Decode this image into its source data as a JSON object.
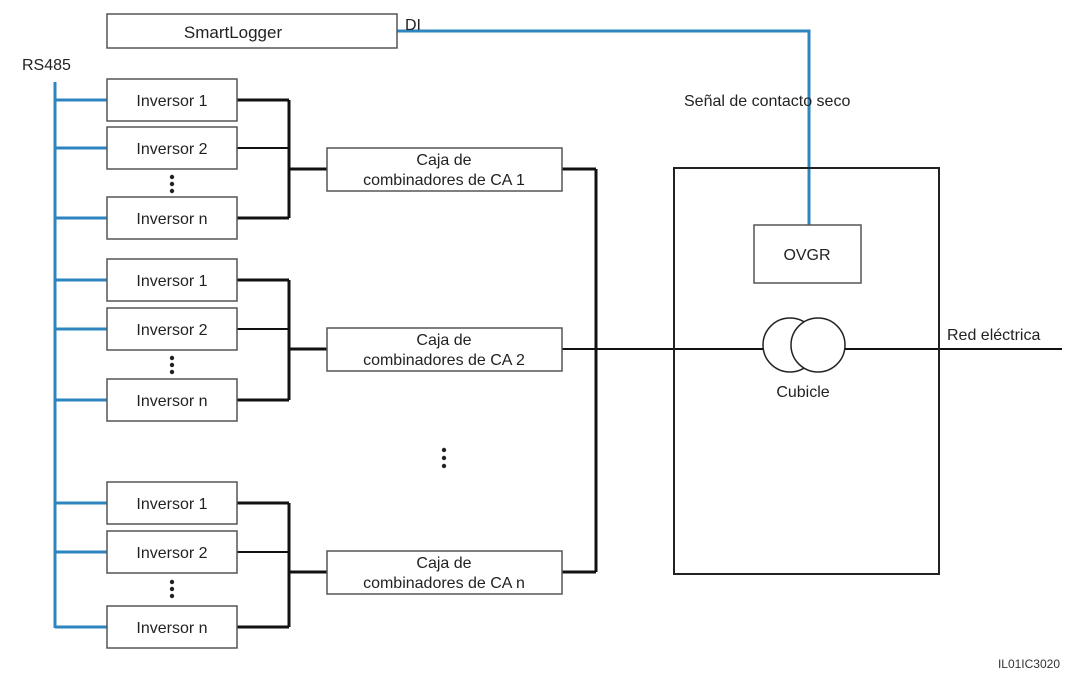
{
  "colors": {
    "bus": "#2e86c1",
    "wire": "#111111",
    "box_border": "#555555"
  },
  "smartlogger": {
    "label": "SmartLogger",
    "port_label": "DI"
  },
  "rs485_label": "RS485",
  "dry_contact_label": "Señal de contacto seco",
  "groups": [
    {
      "inverters": [
        "Inversor 1",
        "Inversor 2",
        "Inversor n"
      ],
      "combiner": [
        "Caja de",
        "combinadores de CA 1"
      ]
    },
    {
      "inverters": [
        "Inversor 1",
        "Inversor 2",
        "Inversor n"
      ],
      "combiner": [
        "Caja de",
        "combinadores de CA 2"
      ]
    },
    {
      "inverters": [
        "Inversor 1",
        "Inversor 2",
        "Inversor n"
      ],
      "combiner": [
        "Caja de",
        "combinadores de CA n"
      ]
    }
  ],
  "ovgr_label": "OVGR",
  "cubicle_label": "Cubicle",
  "grid_label": "Red eléctrica",
  "figure_code": "IL01IC3020"
}
